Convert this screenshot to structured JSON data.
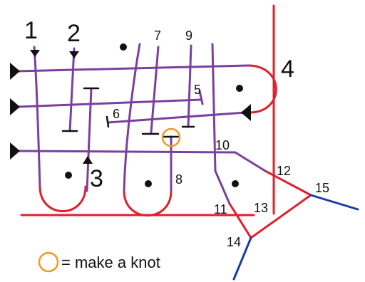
{
  "diagram": {
    "labels": {
      "n1": "1",
      "n2": "2",
      "n3": "3",
      "n4": "4",
      "n5": "5",
      "n6": "6",
      "n7": "7",
      "n8": "8",
      "n9": "9",
      "n10": "10",
      "n11": "11",
      "n12": "12",
      "n13": "13",
      "n14": "14",
      "n15": "15"
    },
    "legend": {
      "text": "= make a knot"
    },
    "colors": {
      "purple": "#7b3fa0",
      "red": "#e0202a",
      "blue": "#1b3aa6",
      "orange": "#f39a1c",
      "black": "#111111"
    }
  }
}
